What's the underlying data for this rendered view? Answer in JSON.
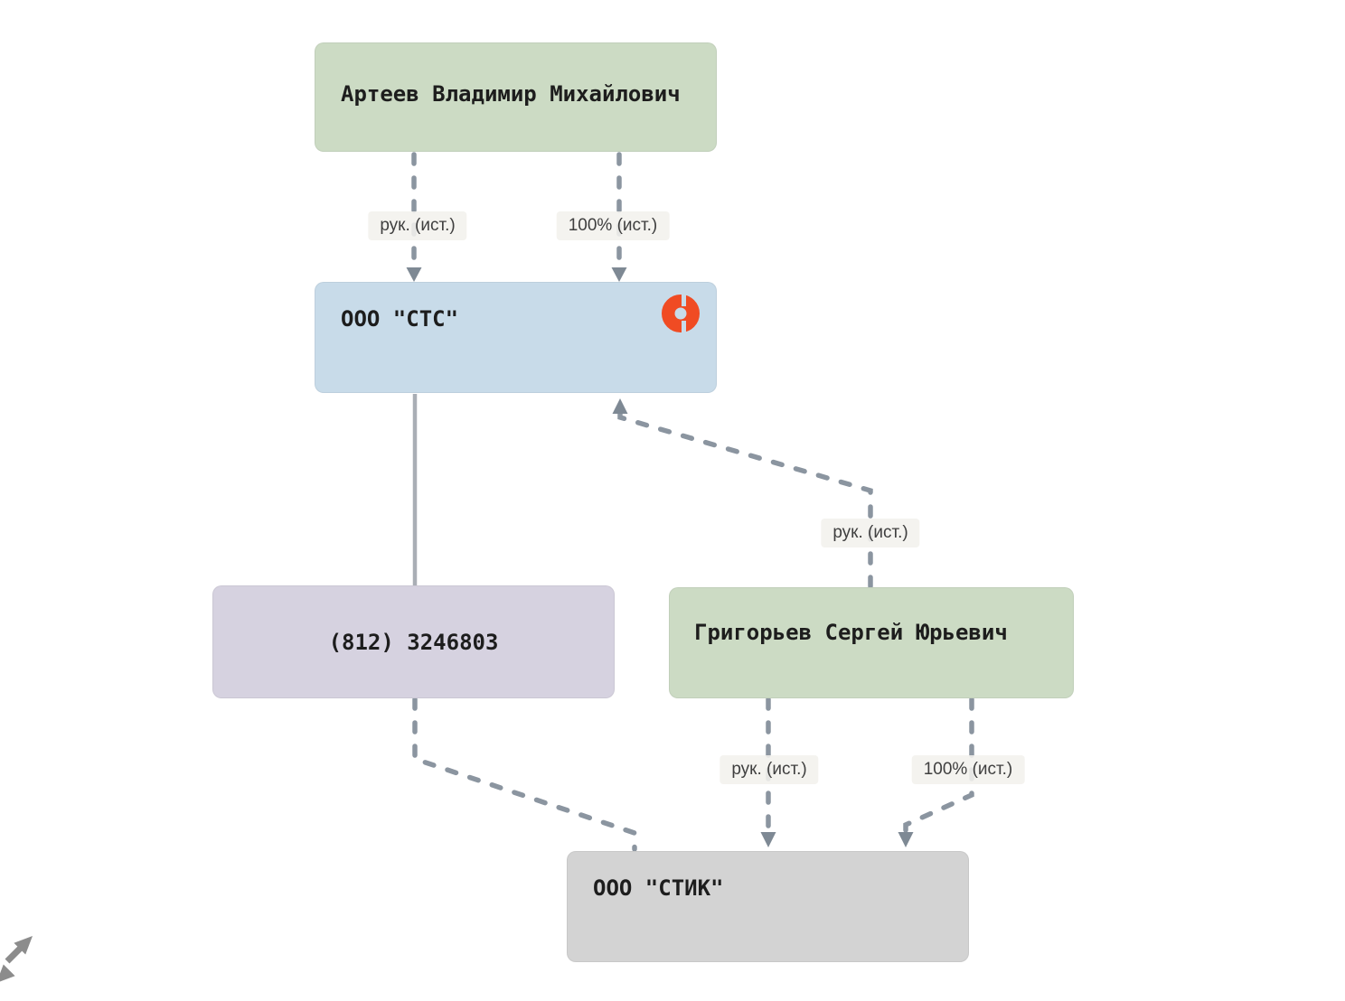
{
  "app": {
    "view": "company-connections-graph"
  },
  "colors": {
    "background": "#ffffff",
    "person_node": "#ccdbc4",
    "company_node_highlight": "#c8dbe9",
    "phone_node": "#d6d2e0",
    "company_node": "#d3d3d3",
    "edge": "#8b95a0",
    "arrowhead": "#7e8994",
    "edge_label_bg": "#f2f0ec",
    "accent_orange": "#f04b23",
    "node_text": "#1d1d1d"
  },
  "nodes": [
    {
      "id": "arteev",
      "kind": "person",
      "label": "Артеев Владимир Михайлович",
      "color": "#ccdbc4"
    },
    {
      "id": "sts",
      "kind": "company",
      "label": "ООО \"СТС\"",
      "color": "#c8dbe9",
      "icon": "kontur-logo-icon"
    },
    {
      "id": "phone",
      "kind": "phone",
      "label": "(812) 3246803",
      "color": "#d6d2e0"
    },
    {
      "id": "grigoriev",
      "kind": "person",
      "label": "Григорьев Сергей Юрьевич",
      "color": "#ccdbc4"
    },
    {
      "id": "stik",
      "kind": "company",
      "label": "ООО \"СТИК\"",
      "color": "#d3d3d3"
    }
  ],
  "edges": [
    {
      "from": "arteev",
      "to": "sts",
      "label": "рук. (ист.)",
      "style": "dashed-arrow"
    },
    {
      "from": "arteev",
      "to": "sts",
      "label": "100% (ист.)",
      "style": "dashed-arrow"
    },
    {
      "from": "sts",
      "to": "phone",
      "label": "",
      "style": "solid"
    },
    {
      "from": "grigoriev",
      "to": "sts",
      "label": "рук. (ист.)",
      "style": "dashed-arrow"
    },
    {
      "from": "phone",
      "to": "stik",
      "label": "",
      "style": "dashed"
    },
    {
      "from": "grigoriev",
      "to": "stik",
      "label": "рук. (ист.)",
      "style": "dashed-arrow"
    },
    {
      "from": "grigoriev",
      "to": "stik",
      "label": "100% (ист.)",
      "style": "dashed-arrow"
    }
  ],
  "controls": {
    "expand_icon": "expand-diagonal-arrow"
  }
}
